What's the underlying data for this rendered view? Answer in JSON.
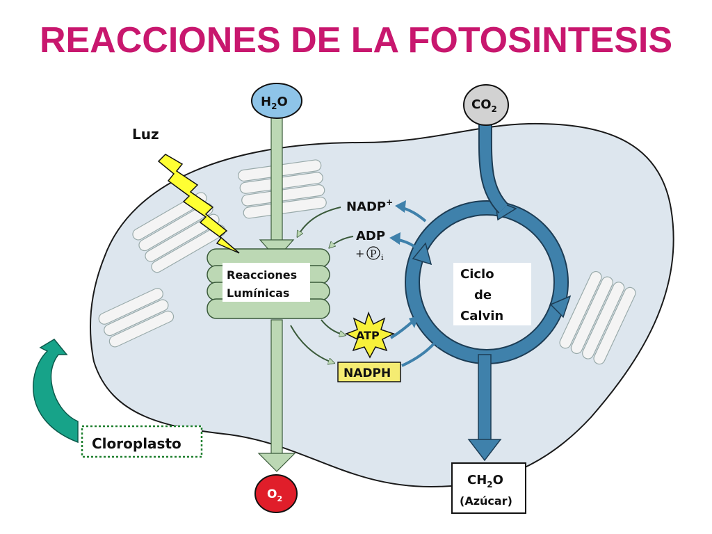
{
  "title": "REACCIONES DE LA FOTOSINTESIS",
  "colors": {
    "title": "#c8176e",
    "stroma": "#dde6ee",
    "outline": "#1a1a1a",
    "green_arrow": "#bcd8b4",
    "blue_cycle": "#3f81ab",
    "h2o_bubble": "#8ec4e8",
    "co2_bubble": "#d2d2d2",
    "o2_bubble": "#e01e2a",
    "atp_star": "#f7f13a",
    "nadph_box": "#f5ec72",
    "light_bolt": "#ffff33",
    "teal_arrow": "#17a389"
  },
  "labels": {
    "h2o_main": "H",
    "h2o_sub": "2",
    "h2o_end": "O",
    "co2_main": "CO",
    "co2_sub": "2",
    "o2_main": "O",
    "o2_sub": "2",
    "luz": "Luz",
    "nadp_plus_main": "NADP",
    "nadp_plus_sup": "+",
    "adp": "ADP",
    "pi_plus": "+",
    "pi_letter": "P",
    "pi_sub": "i",
    "light_rxn_line1": "Reacciones",
    "light_rxn_line2": "Lumínicas",
    "atp": "ATP",
    "nadph": "NADPH",
    "calvin_line1": "Ciclo",
    "calvin_line2": "de",
    "calvin_line3": "Calvin",
    "ch2o_main": "CH",
    "ch2o_sub": "2",
    "ch2o_end": "O",
    "sugar": "(Azúcar)",
    "chloroplast": "Cloroplasto"
  }
}
